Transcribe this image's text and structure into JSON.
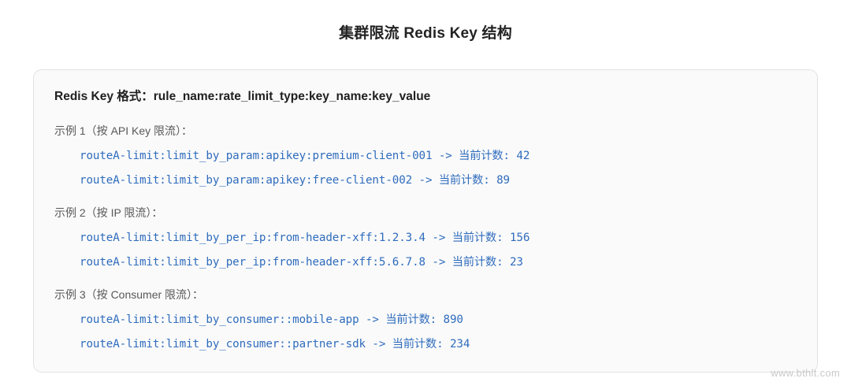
{
  "page": {
    "title": "集群限流 Redis Key 结构",
    "watermark": "www.bthlt.com",
    "accent_color": "#2f6cbd",
    "card_bg": "#fafafa",
    "card_border": "#e2e2e2",
    "label_color": "#585858"
  },
  "card": {
    "format": {
      "label": "Redis Key 格式：",
      "value": "rule_name:rate_limit_type:key_name:key_value"
    },
    "examples": [
      {
        "label": "示例 1（按 API Key 限流）：",
        "lines": [
          "routeA-limit:limit_by_param:apikey:premium-client-001 -> 当前计数: 42",
          "routeA-limit:limit_by_param:apikey:free-client-002 -> 当前计数: 89"
        ]
      },
      {
        "label": "示例 2（按 IP 限流）：",
        "lines": [
          "routeA-limit:limit_by_per_ip:from-header-xff:1.2.3.4 -> 当前计数: 156",
          "routeA-limit:limit_by_per_ip:from-header-xff:5.6.7.8 -> 当前计数: 23"
        ]
      },
      {
        "label": "示例 3（按 Consumer 限流）：",
        "lines": [
          "routeA-limit:limit_by_consumer::mobile-app -> 当前计数: 890",
          "routeA-limit:limit_by_consumer::partner-sdk -> 当前计数: 234"
        ]
      }
    ]
  }
}
